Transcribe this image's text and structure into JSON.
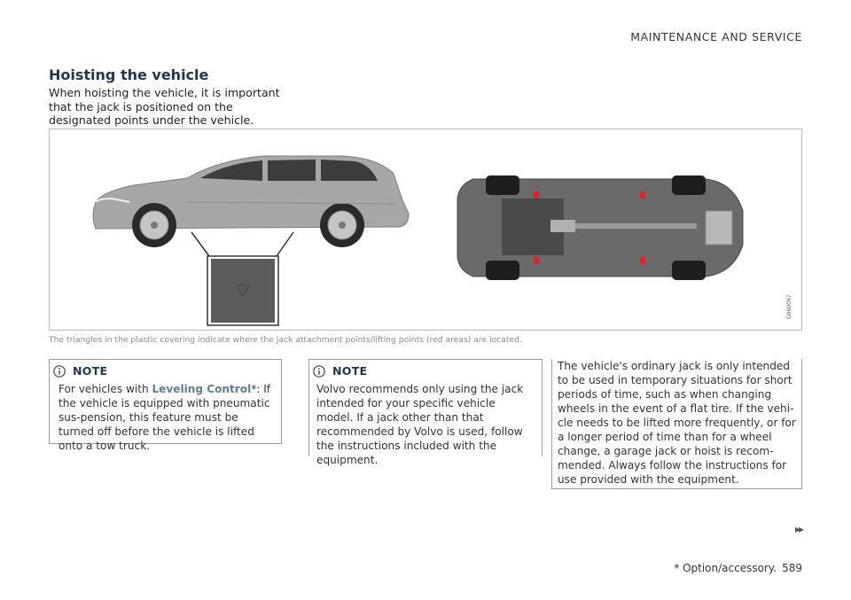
{
  "header": {
    "section": "MAINTENANCE AND SERVICE"
  },
  "title": "Hoisting the vehicle",
  "intro": "When hoisting the vehicle, it is important that the jack is positioned on the designated points under the vehicle.",
  "figure": {
    "image_code": "G060097"
  },
  "caption": "The triangles in the plastic covering indicate where the jack attachment points/lifting points (red areas) are located.",
  "notes": [
    {
      "heading": "NOTE",
      "prefix": "For vehicles with ",
      "feature": "Leveling Control",
      "feature_mark": "*",
      "text": ": If the vehicle is equipped with pneumatic sus-pension, this feature must be turned off before the vehicle is lifted onto a tow truck."
    },
    {
      "heading": "NOTE",
      "text": "Volvo recommends only using the jack intended for your specific vehicle model. If a jack other than that recommended by Volvo is used, follow the instructions included with the equipment."
    }
  ],
  "body_text": "The vehicle's ordinary jack is only intended to be used in temporary situations for short periods of time, such as when changing wheels in the event of a flat tire. If the vehi-cle needs to be lifted more frequently, or for a longer period of time than for a wheel change, a garage jack or hoist is recom-mended. Always follow the instructions for use provided with the equipment.",
  "continue_arrow": "▸▸",
  "footer": {
    "note": "* Option/accessory.",
    "page": "589"
  },
  "colors": {
    "title": "#1f3550",
    "feature_link": "#5f7c98",
    "lift_point": "#e0202a"
  }
}
